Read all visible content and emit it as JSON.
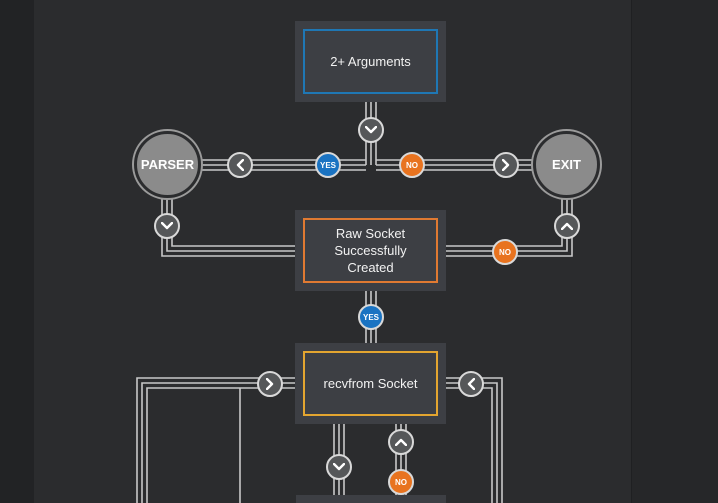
{
  "diagram": {
    "nodes": {
      "arguments_check": "2+ Arguments",
      "raw_socket_check": "Raw Socket\nSuccessfully\nCreated",
      "recvfrom": "recvfrom Socket",
      "parser": "PARSER",
      "exit": "EXIT"
    },
    "labels": {
      "yes": "YES",
      "no": "NO"
    },
    "colors": {
      "background": "#2b2c2e",
      "box_fill": "#3d3f44",
      "blue_border": "#1f77b4",
      "orange_border": "#e07a32",
      "gold_border": "#e3a530",
      "yes_badge": "#1a73c2",
      "no_badge": "#e8731f",
      "connector": "#c8c8c8",
      "terminal_fill": "#8b8b8b"
    },
    "icons": {
      "down": "chevron-down-icon",
      "up": "chevron-up-icon",
      "left": "chevron-left-icon",
      "right": "chevron-right-icon"
    }
  }
}
